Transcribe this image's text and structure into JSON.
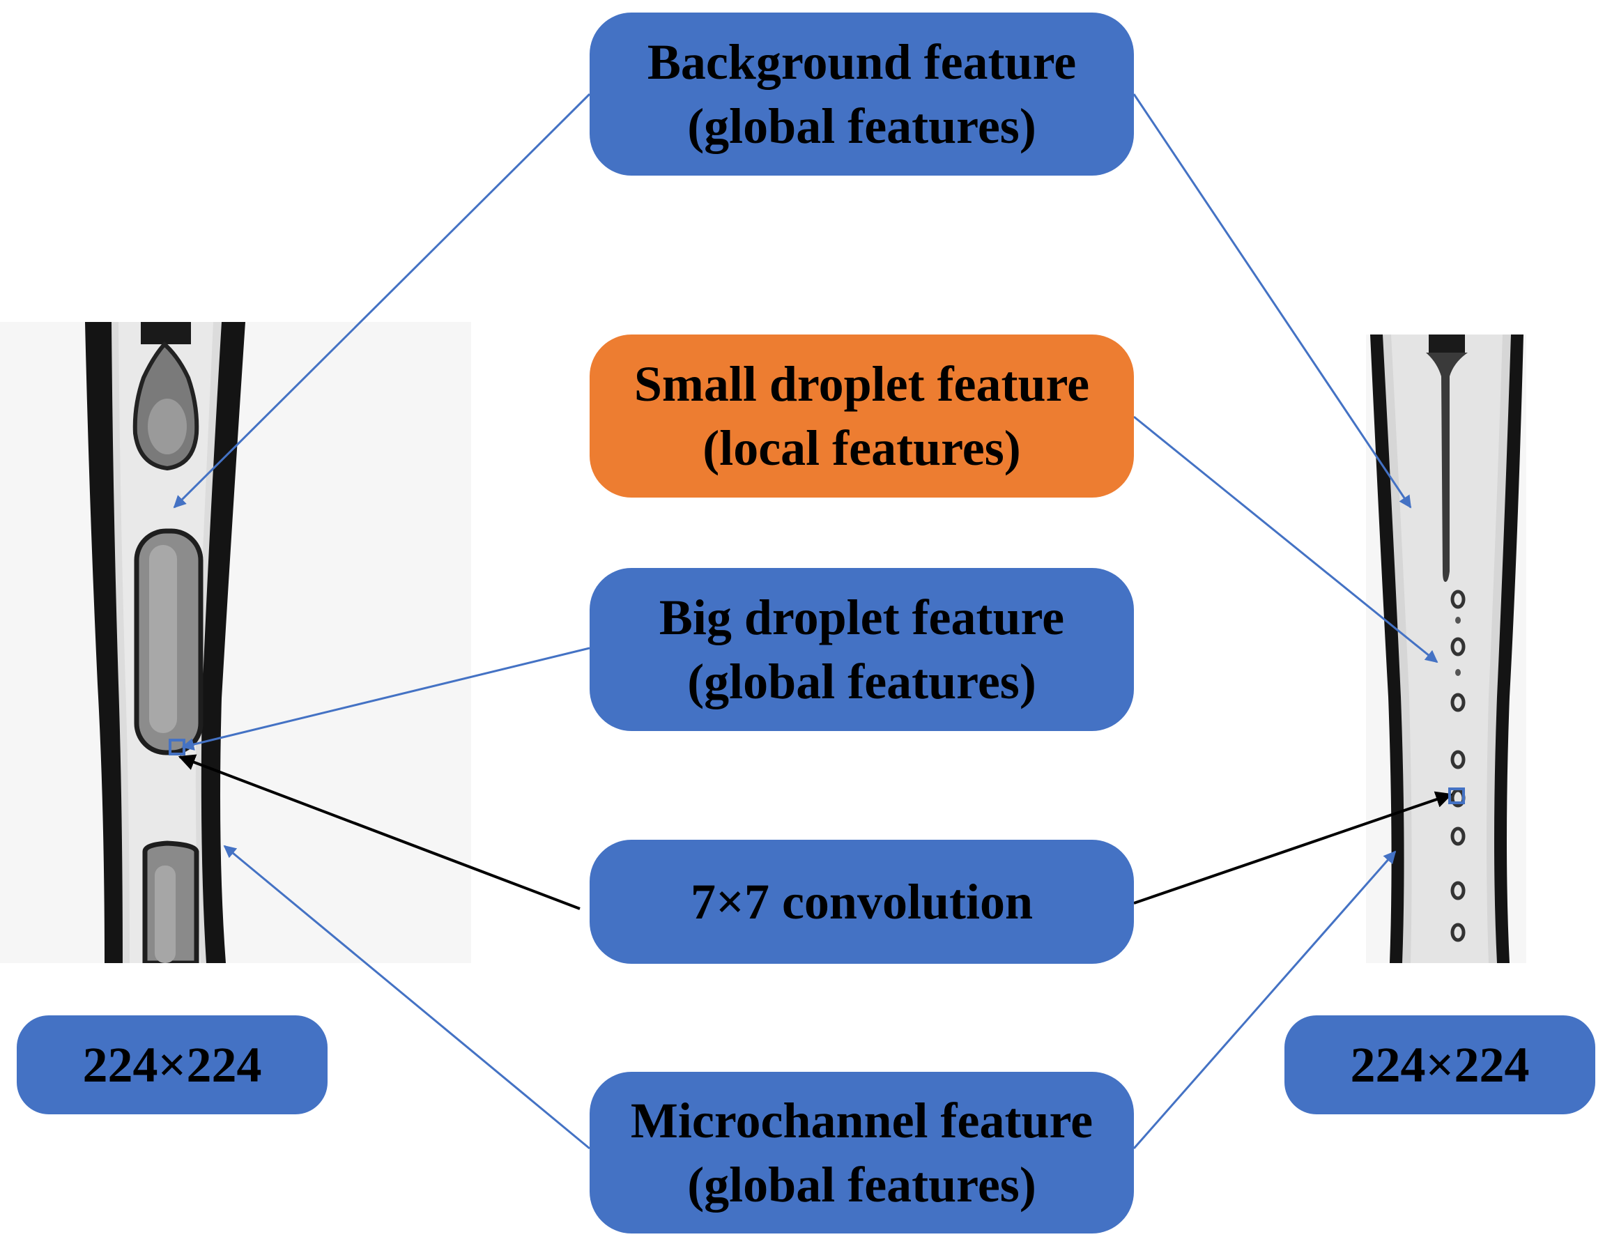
{
  "boxes": {
    "background": {
      "line1": "Background feature",
      "line2": "(global features)"
    },
    "small_droplet": {
      "line1": "Small droplet feature",
      "line2": "(local features)"
    },
    "big_droplet": {
      "line1": "Big droplet feature",
      "line2": "(global features)"
    },
    "convolution": {
      "line1": "7×7 convolution"
    },
    "microchannel": {
      "line1": "Microchannel feature",
      "line2": "(global features)"
    }
  },
  "size_labels": {
    "left": "224×224",
    "right": "224×224"
  },
  "colors": {
    "box_blue": "#4472c4",
    "box_orange": "#ed7d31",
    "blue_arrow": "#4472c4",
    "black_arrow": "#000000"
  },
  "images": {
    "left": "microchannel image with large elongated droplets (slug flow)",
    "right": "microchannel image with small droplets (dripping flow)"
  }
}
